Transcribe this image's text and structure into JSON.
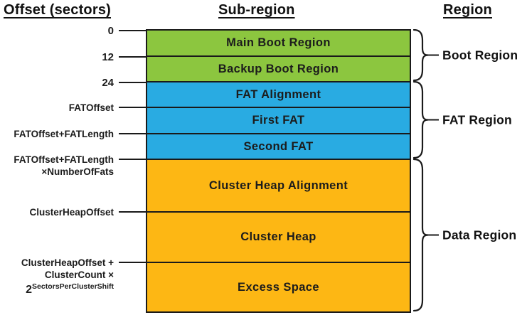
{
  "headers": {
    "offset": "Offset (sectors)",
    "subregion": "Sub-region",
    "region": "Region"
  },
  "colors": {
    "boot_green": "#8CC63F",
    "fat_blue": "#29ABE2",
    "data_orange": "#FDB714",
    "stroke": "#1A1A1A"
  },
  "subregions": [
    {
      "label": "Main Boot Region",
      "group": "boot"
    },
    {
      "label": "Backup Boot Region",
      "group": "boot"
    },
    {
      "label": "FAT Alignment",
      "group": "fat"
    },
    {
      "label": "First FAT",
      "group": "fat"
    },
    {
      "label": "Second FAT",
      "group": "fat"
    },
    {
      "label": "Cluster Heap Alignment",
      "group": "data"
    },
    {
      "label": "Cluster Heap",
      "group": "data"
    },
    {
      "label": "Excess Space",
      "group": "data"
    }
  ],
  "offsets": {
    "o1": "0",
    "o2": "12",
    "o3": "24",
    "o4": "FATOffset",
    "o5": "FATOffset+FATLength",
    "o6_line1": "FATOffset+FATLength",
    "o6_line2": "×NumberOfFats",
    "o7": "ClusterHeapOffset",
    "o8_line1": "ClusterHeapOffset +",
    "o8_line2": "ClusterCount ×",
    "o8_pow_base": "2",
    "o8_pow_sup": "SectorsPerClusterShift"
  },
  "regions": [
    {
      "label": "Boot Region"
    },
    {
      "label": "FAT Region"
    },
    {
      "label": "Data Region"
    }
  ]
}
